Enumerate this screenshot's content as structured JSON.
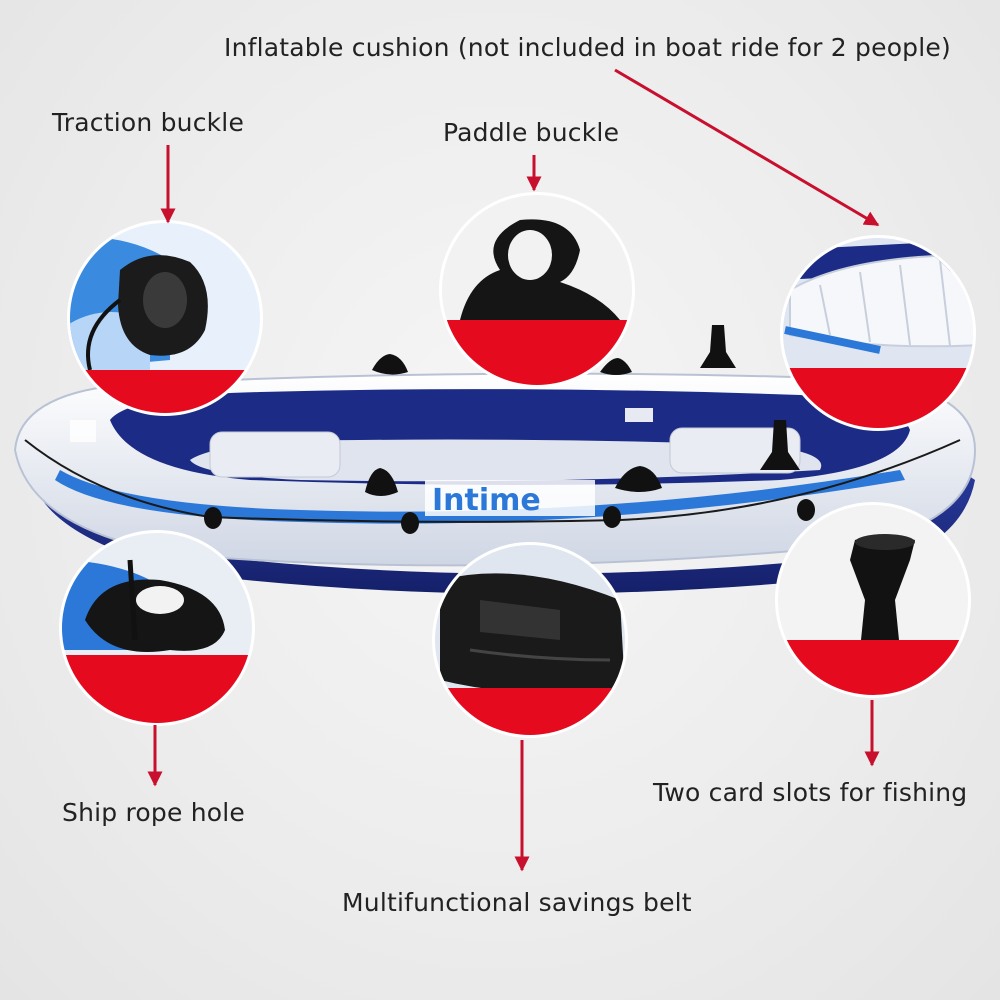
{
  "brand": {
    "name": "Intime"
  },
  "callouts": {
    "inflatable_cushion": "Inflatable cushion (not included in boat ride for 2 people)",
    "traction_buckle": "Traction buckle",
    "paddle_buckle": "Paddle buckle",
    "ship_rope_hole": "Ship rope hole",
    "card_slots": "Two card slots for fishing",
    "savings_belt": "Multifunctional savings belt"
  },
  "colors": {
    "arrow": "#c8102e",
    "boat_navy": "#1c2c86",
    "boat_blue": "#2c78d8",
    "boat_white": "#eef1f7",
    "detail_red": "#e50a1e"
  },
  "icons": [
    "traction-buckle-icon",
    "paddle-buckle-icon",
    "cushion-icon",
    "rope-hole-icon",
    "savings-belt-icon",
    "fishing-slot-icon"
  ]
}
